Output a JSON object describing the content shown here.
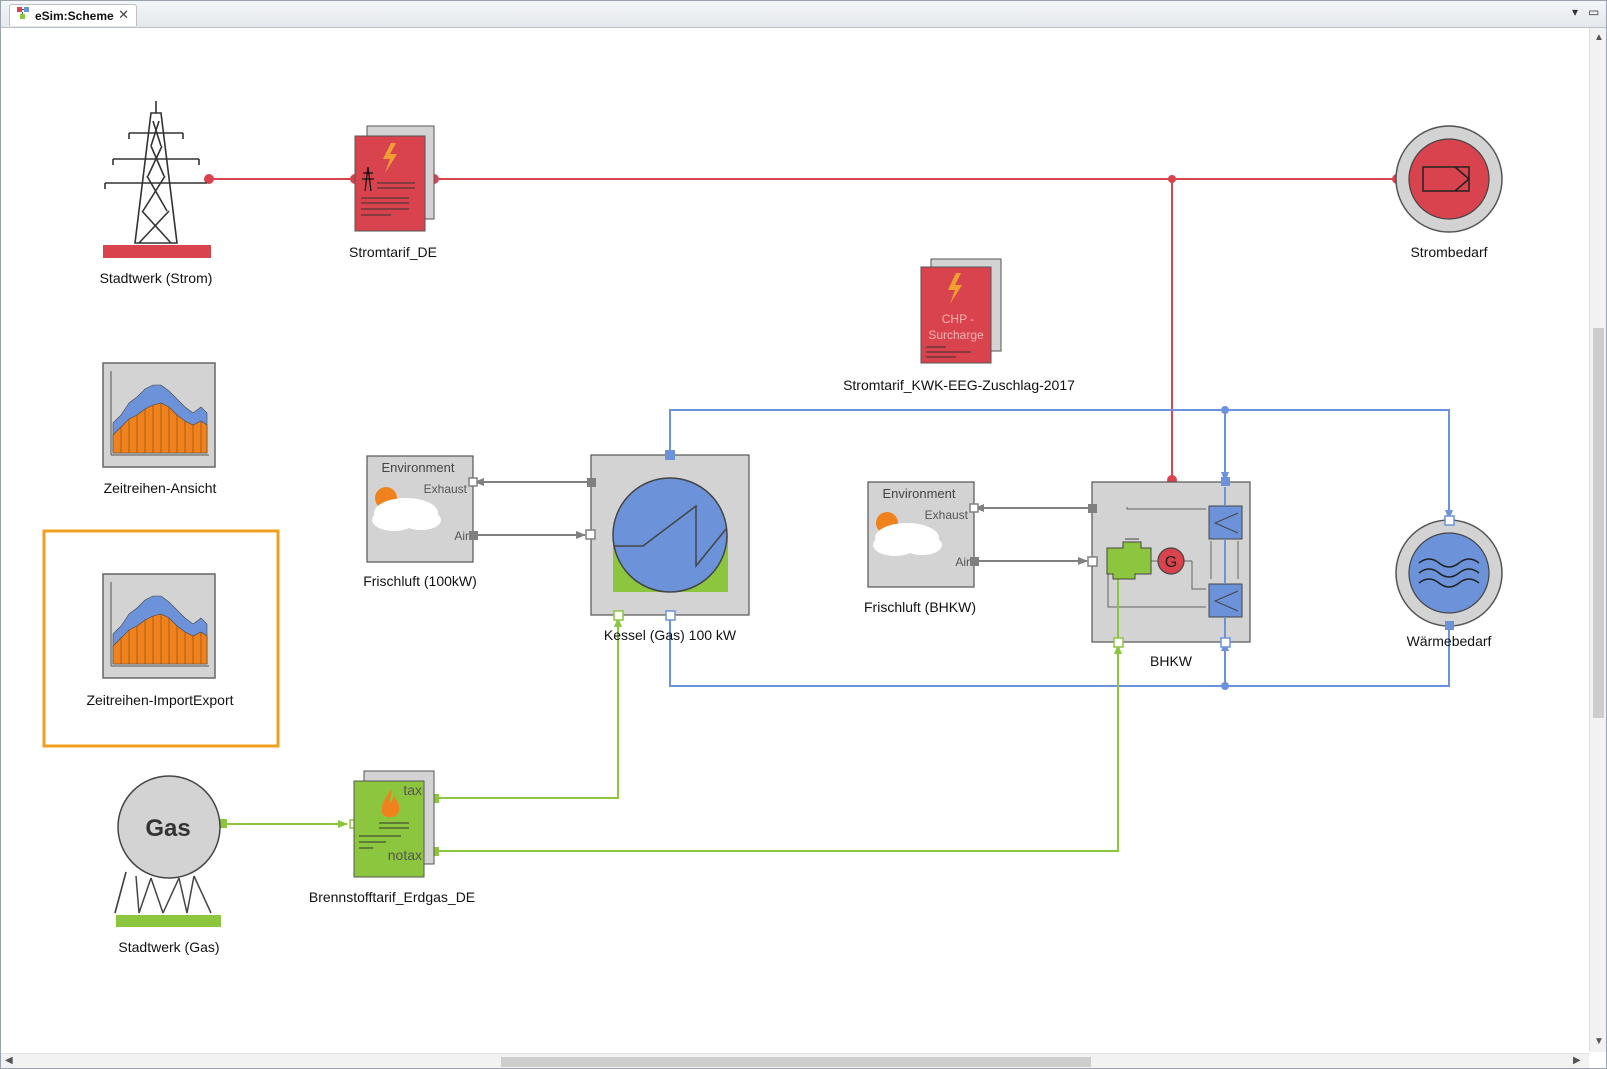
{
  "tab": {
    "title": "eSim:Scheme",
    "close_glyph": "✕",
    "menu_glyph": "▾",
    "minimize_glyph": "▭",
    "icon": "scheme-icon"
  },
  "colors": {
    "electric": "#d9434e",
    "heat": "#6c93d9",
    "gas": "#8cc63f",
    "air": "#808080",
    "node_gray": "#d3d3d3",
    "selection": "#f0a020"
  },
  "nodes": {
    "stadtwerk_strom": "Stadtwerk (Strom)",
    "stromtarif_de": "Stromtarif_DE",
    "strombedarf": "Strombedarf",
    "kwk_tarif": "Stromtarif_KWK-EEG-Zuschlag-2017",
    "kwk_tarif_text1": "CHP -",
    "kwk_tarif_text2": "Surcharge",
    "zeitreihen_ansicht": "Zeitreihen-Ansicht",
    "zeitreihen_importexport": "Zeitreihen-ImportExport",
    "frischluft_100": "Frischluft (100kW)",
    "kessel": "Kessel (Gas) 100 kW",
    "frischluft_bhkw": "Frischluft (BHKW)",
    "bhkw": "BHKW",
    "waermebedarf": "Wärmebedarf",
    "stadtwerk_gas": "Stadtwerk (Gas)",
    "gas_label": "Gas",
    "brennstofftarif": "Brennstofftarif_Erdgas_DE",
    "environment": "Environment",
    "exhaust": "Exhaust",
    "air": "Air",
    "tax": "tax",
    "notax": "notax",
    "generator": "G"
  }
}
